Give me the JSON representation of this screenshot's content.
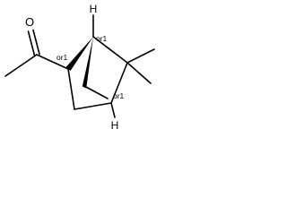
{
  "molecule": {
    "atoms": {
      "oxygen": "O",
      "hydrogen_top": "H",
      "hydrogen_bottom": "H"
    },
    "stereo_labels": {
      "c2": "or1",
      "c1": "or1",
      "c5": "or1"
    }
  },
  "colors": {
    "bond": "#000000",
    "text": "#000000",
    "background": "#ffffff"
  }
}
